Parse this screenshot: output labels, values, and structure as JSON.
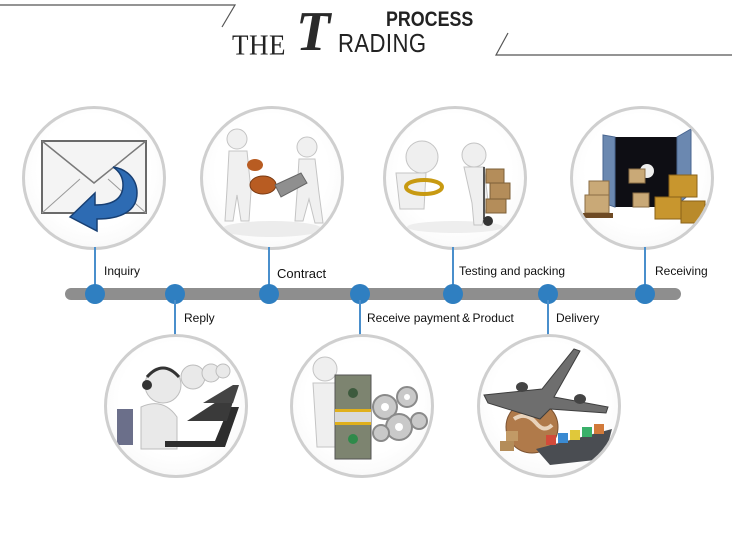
{
  "header": {
    "the": "THE",
    "big_t": "T",
    "rading": "RADING",
    "process": "PROCESS"
  },
  "steps": [
    {
      "label": "Inquiry",
      "position": "top",
      "icon": "envelope-reply-icon"
    },
    {
      "label": "Reply",
      "position": "bottom",
      "icon": "call-center-icon"
    },
    {
      "label": "Contract",
      "position": "top",
      "icon": "contract-stamp-icon"
    },
    {
      "label": "Receive payment & Product",
      "position": "bottom",
      "icon": "money-gears-icon"
    },
    {
      "label": "Testing and packing",
      "position": "top",
      "icon": "inspection-cart-icon"
    },
    {
      "label": "Delivery",
      "position": "bottom",
      "icon": "plane-ship-globe-icon"
    },
    {
      "label": "Receiving",
      "position": "top",
      "icon": "container-boxes-icon"
    }
  ],
  "colors": {
    "timeline_bar": "#8e8e8e",
    "node": "#2f7fc1",
    "circle_border": "#cfcfcf"
  }
}
